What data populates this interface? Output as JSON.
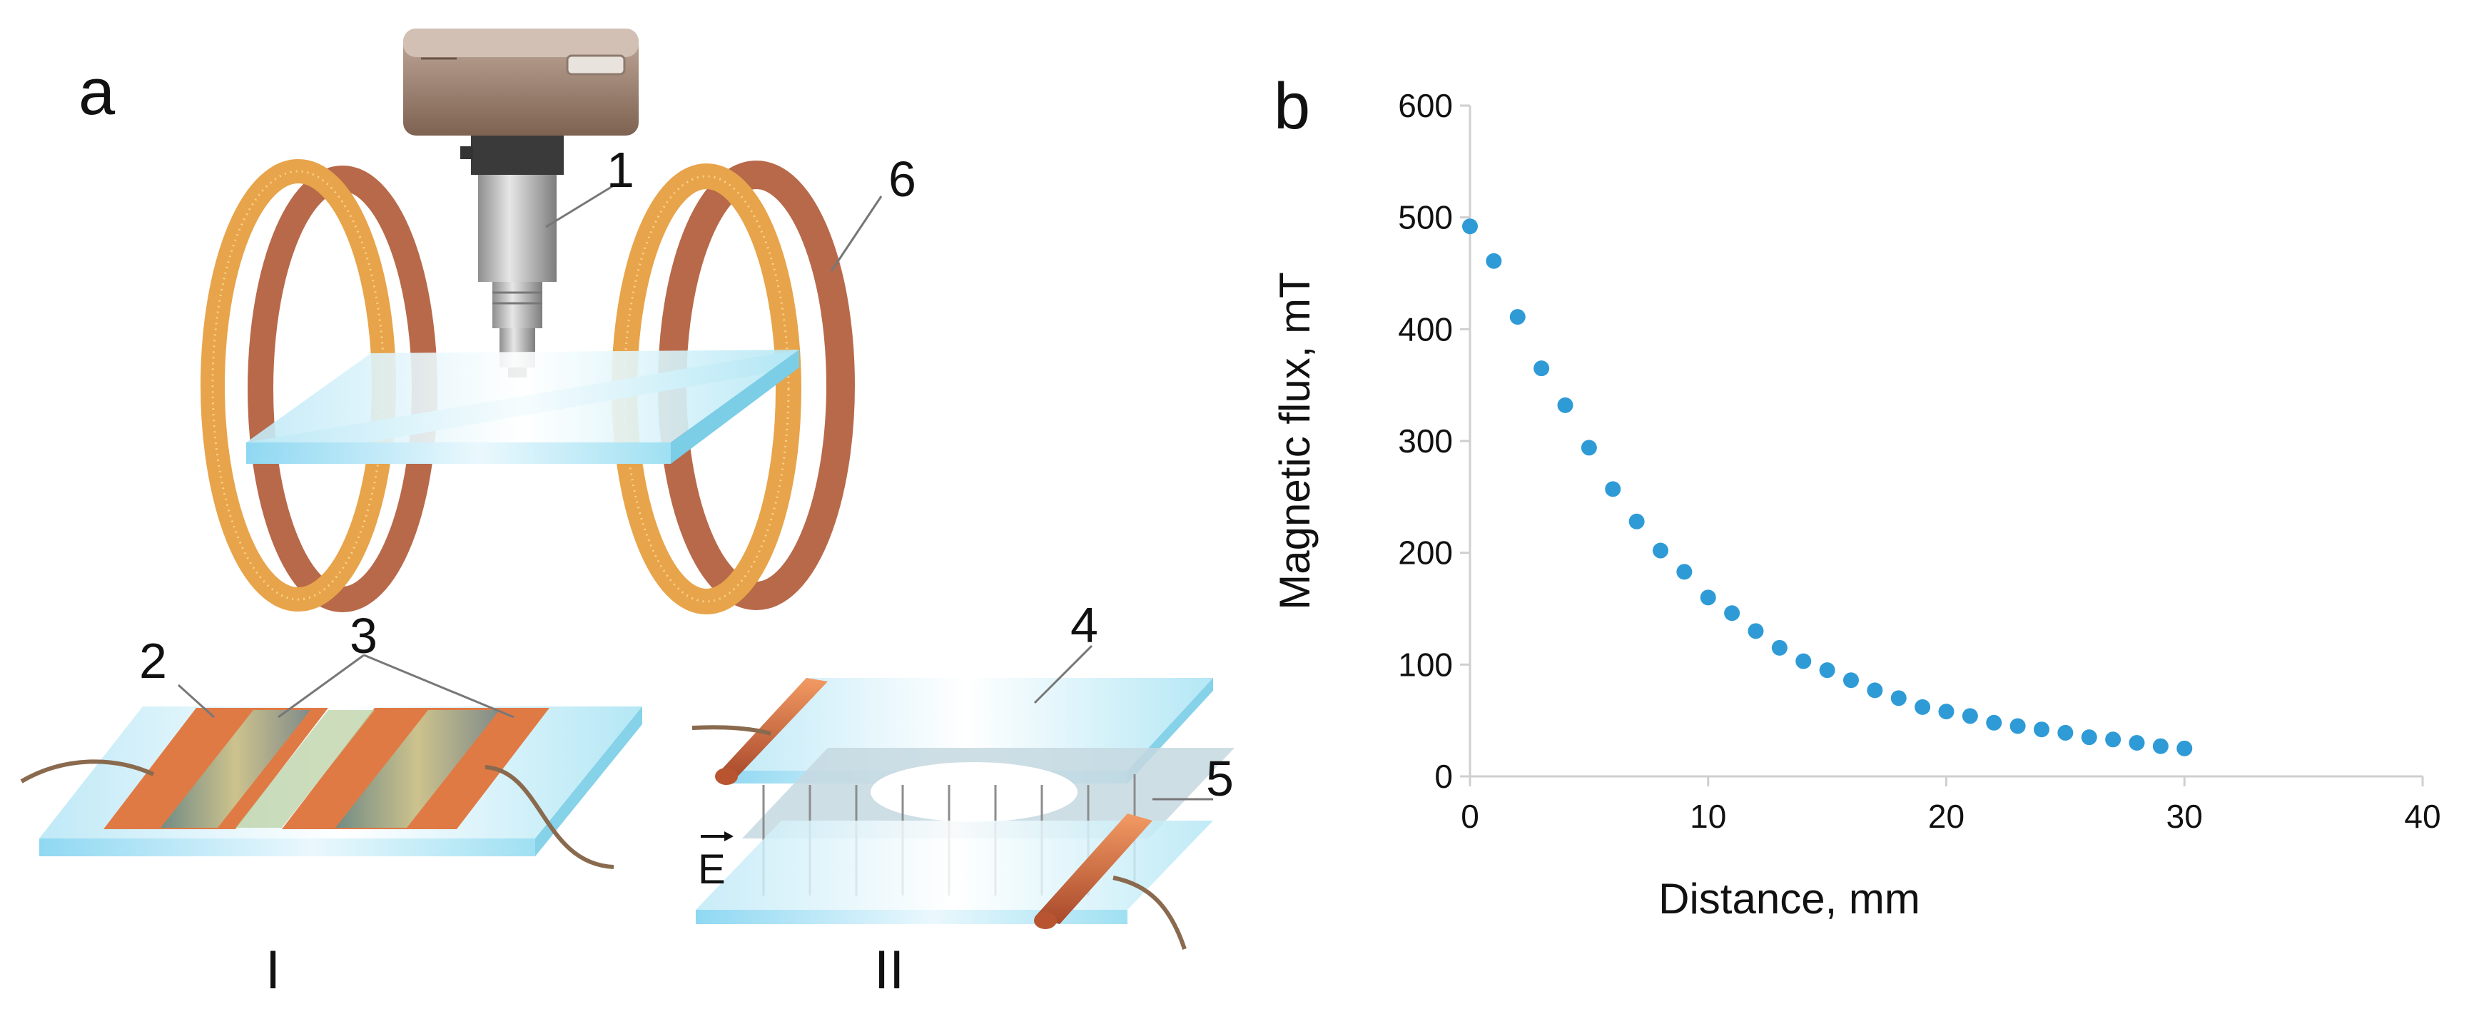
{
  "figure": {
    "panel_a": {
      "letter": "a",
      "callouts": [
        "1",
        "2",
        "3",
        "4",
        "5",
        "6"
      ],
      "efield_label": "E",
      "subpanel_labels": [
        "I",
        "II"
      ]
    },
    "panel_b": {
      "letter": "b"
    }
  },
  "colors": {
    "coil_copper": "#c9784f",
    "coil_winding": "#e8a44a",
    "glass": "#a9e1f3",
    "electrode": "#e07a45",
    "camera_body": "#9a7f6d",
    "lens": "#b8b8b8",
    "data_point": "#2e9bd6"
  },
  "chart_data": {
    "type": "scatter",
    "xlabel": "Distance, mm",
    "ylabel": "Magnetic flux, mT",
    "xlim": [
      0,
      40
    ],
    "ylim": [
      0,
      600
    ],
    "xticks": [
      0,
      10,
      20,
      30,
      40
    ],
    "yticks": [
      0,
      100,
      200,
      300,
      400,
      500,
      600
    ],
    "grid": false,
    "series": [
      {
        "x": [
          0,
          1,
          2,
          3,
          4,
          5,
          6,
          7,
          8,
          9,
          10,
          11,
          12,
          13,
          14,
          15,
          16,
          17,
          18,
          19,
          20,
          21,
          22,
          23,
          24,
          25,
          26,
          27,
          28,
          29,
          30
        ],
        "y": [
          492,
          461,
          411,
          365,
          332,
          294,
          257,
          228,
          202,
          183,
          160,
          146,
          130,
          115,
          103,
          95,
          86,
          77,
          70,
          62,
          58,
          54,
          48,
          45,
          42,
          39,
          35,
          33,
          30,
          27,
          25
        ]
      }
    ]
  }
}
